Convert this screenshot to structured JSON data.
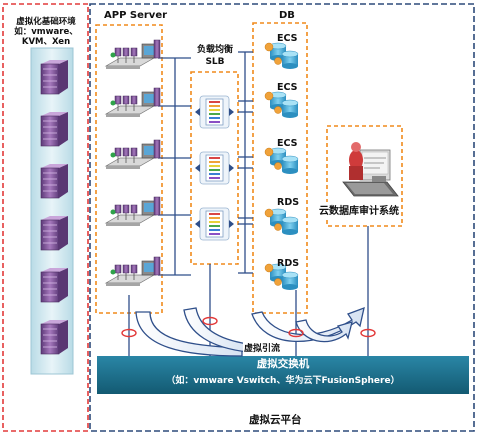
{
  "left_panel": {
    "title_line1": "虚拟化基础环境",
    "title_line2": "如：vmware、",
    "title_line3": "KVM、Xen"
  },
  "app_server": {
    "title": "APP Server"
  },
  "db": {
    "title": "DB",
    "nodes": [
      "ECS",
      "ECS",
      "ECS",
      "RDS",
      "RDS"
    ]
  },
  "slb": {
    "title_line1": "负载均衡",
    "title_line2": "SLB"
  },
  "audit": {
    "label": "云数据库审计系统"
  },
  "switch": {
    "mirror_label": "虚拟引流",
    "title": "虚拟交换机",
    "subtitle": "（如：vmware Vswitch、华为云下FusionSphere）"
  },
  "platform": {
    "label": "虚拟云平台"
  },
  "colors": {
    "red_border": "#e23a3a",
    "blue_border": "#2d4a7a",
    "orange_border": "#f08a1c",
    "switch_bar": "#1c6f8c",
    "server_purple": "#8a5fa0",
    "db_blue": "#3aaad8",
    "connector": "#2f4f8a"
  }
}
